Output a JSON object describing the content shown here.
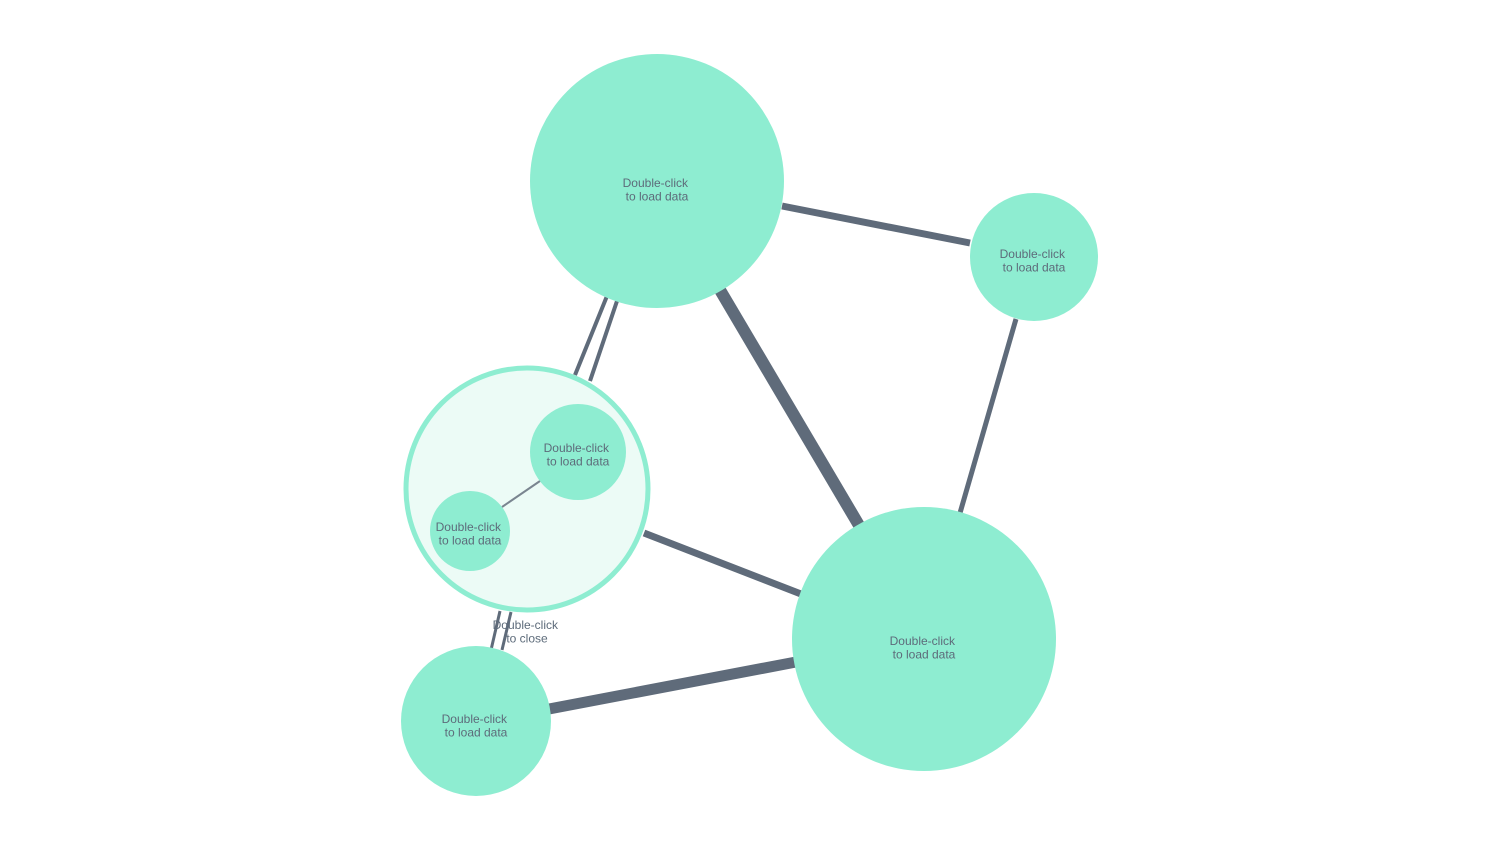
{
  "colors": {
    "node_fill": "#8eedd1",
    "combo_fill": "#ecfbf6",
    "combo_stroke": "#8eedd1",
    "edge": "#5f6b7a",
    "inner_edge": "#7a8590",
    "label": "#5d6b7a"
  },
  "nodes": [
    {
      "id": "n1",
      "label_line1": "Double-click",
      "label_line2": "to load data"
    },
    {
      "id": "n2",
      "label_line1": "Double-click",
      "label_line2": "to load data"
    },
    {
      "id": "n3",
      "label_line1": "Double-click",
      "label_line2": "to load data"
    },
    {
      "id": "n4",
      "label_line1": "Double-click",
      "label_line2": "to load data"
    },
    {
      "id": "n5",
      "label_line1": "Double-click",
      "label_line2": "to load data"
    },
    {
      "id": "n6",
      "label_line1": "Double-click",
      "label_line2": "to load data"
    }
  ],
  "combo": {
    "label_line1": "Double-click",
    "label_line2": "to close"
  }
}
